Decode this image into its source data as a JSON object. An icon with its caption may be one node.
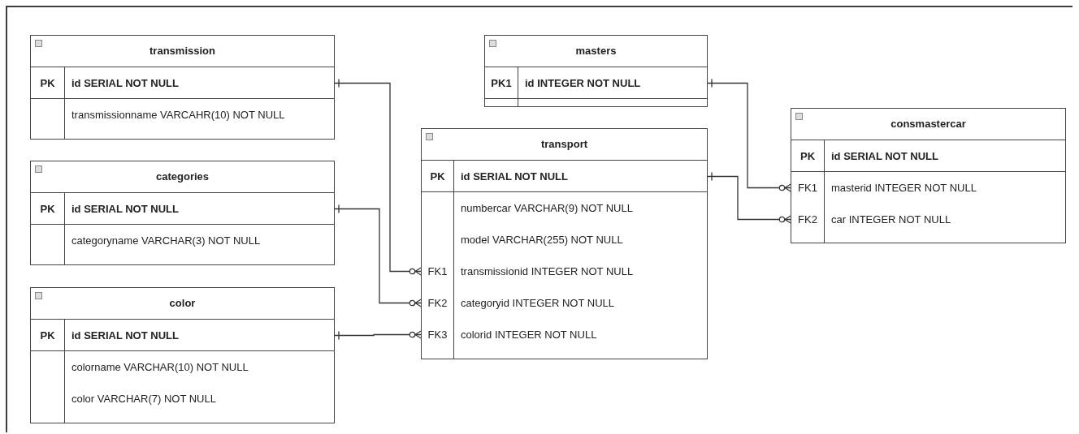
{
  "diagram": {
    "nodes": [
      {
        "text": [
          "transmission"
        ]
      },
      {
        "text": [
          "PK",
          "id SERIAL NOT NULL"
        ],
        "in": 0
      },
      {
        "text": [
          "transmissionname VARCAHR(10) NOT NULL"
        ],
        "in": 0
      },
      {
        "text": [
          "categories"
        ]
      },
      {
        "text": [
          "PK",
          "id SERIAL NOT NULL"
        ],
        "in": 3
      },
      {
        "text": [
          "categoryname VARCHAR(3) NOT NULL"
        ],
        "in": 3
      },
      {
        "text": [
          "color"
        ]
      },
      {
        "text": [
          "PK",
          "id SERIAL NOT NULL"
        ],
        "in": 6
      },
      {
        "text": [
          "colorname VARCHAR(10) NOT NULL"
        ],
        "in": 6
      },
      {
        "text": [
          "color VARCHAR(7) NOT NULL"
        ],
        "in": 6
      },
      {
        "text": [
          "masters"
        ]
      },
      {
        "text": [
          "PK1",
          "id INTEGER NOT NULL"
        ],
        "in": 10
      },
      {
        "text": [
          "transport"
        ]
      },
      {
        "text": [
          "PK",
          "id SERIAL NOT NULL"
        ],
        "in": 12
      },
      {
        "text": [
          "numbercar VARCHAR(9) NOT NULL"
        ],
        "in": 12
      },
      {
        "text": [
          "model VARCHAR(255) NOT NULL"
        ],
        "in": 12
      },
      {
        "text": [
          "FK1",
          "transmissionid INTEGER NOT NULL"
        ],
        "in": 12
      },
      {
        "text": [
          "FK2",
          "categoryid INTEGER NOT NULL"
        ],
        "in": 12
      },
      {
        "text": [
          "FK3",
          "colorid INTEGER NOT NULL"
        ],
        "in": 12
      },
      {
        "text": [
          "consmastercar"
        ]
      },
      {
        "text": [
          "PK",
          "id SERIAL NOT NULL"
        ],
        "in": 19
      },
      {
        "text": [
          "FK1",
          "masterid INTEGER NOT NULL"
        ],
        "in": 19
      },
      {
        "text": [
          "FK2",
          "car INTEGER NOT NULL"
        ],
        "in": 19
      }
    ],
    "edges": [
      {
        "from": 1,
        "to": 16,
        "arrow": "other"
      },
      {
        "from": 4,
        "to": 17,
        "arrow": "other"
      },
      {
        "from": 7,
        "to": 18,
        "arrow": "other"
      },
      {
        "from": 11,
        "to": 21,
        "arrow": "other"
      },
      {
        "from": 13,
        "to": 22,
        "arrow": "other"
      }
    ]
  }
}
